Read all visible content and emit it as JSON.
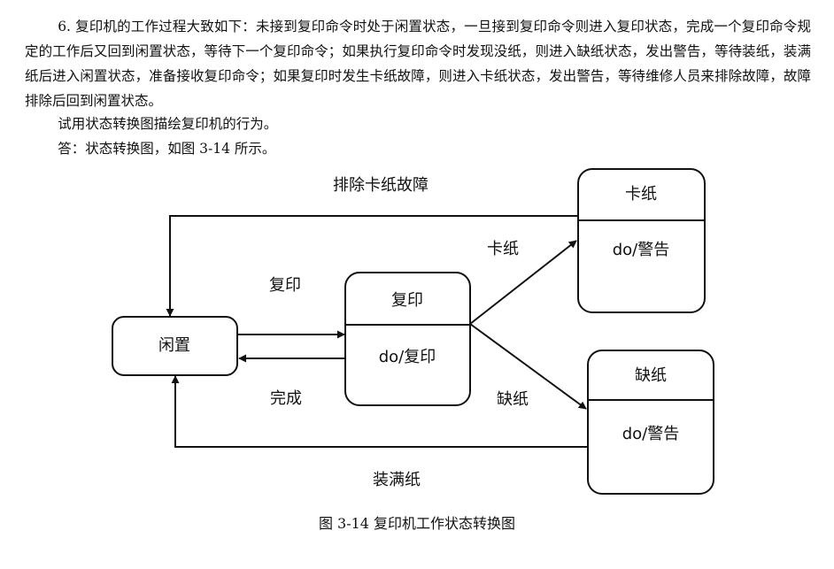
{
  "problem": {
    "text": "6. 复印机的工作过程大致如下：未接到复印命令时处于闲置状态，一旦接到复印命令则进入复印状态，完成一个复印命令规定的工作后又回到闲置状态，等待下一个复印命令；如果执行复印命令时发现没纸，则进入缺纸状态，发出警告，等待装纸，装满纸后进入闲置状态，准备接收复印命令；如果复印时发生卡纸故障，则进入卡纸状态，发出警告，等待维修人员来排除故障，故障排除后回到闲置状态。"
  },
  "question": {
    "text": "试用状态转换图描绘复印机的行为。"
  },
  "answer": {
    "text": "答：状态转换图，如图 3-14 所示。"
  },
  "diagram": {
    "states": {
      "idle": {
        "name": "闲置"
      },
      "copying": {
        "name": "复印",
        "activity": "do/复印"
      },
      "jammed": {
        "name": "卡纸",
        "activity": "do/警告"
      },
      "no_paper": {
        "name": "缺纸",
        "activity": "do/警告"
      }
    },
    "transitions": {
      "copy": "复印",
      "done": "完成",
      "jam": "卡纸",
      "out_of_paper": "缺纸",
      "clear_jam": "排除卡纸故障",
      "load_paper": "装满纸"
    }
  },
  "caption": {
    "text": "图 3-14    复印机工作状态转换图"
  }
}
